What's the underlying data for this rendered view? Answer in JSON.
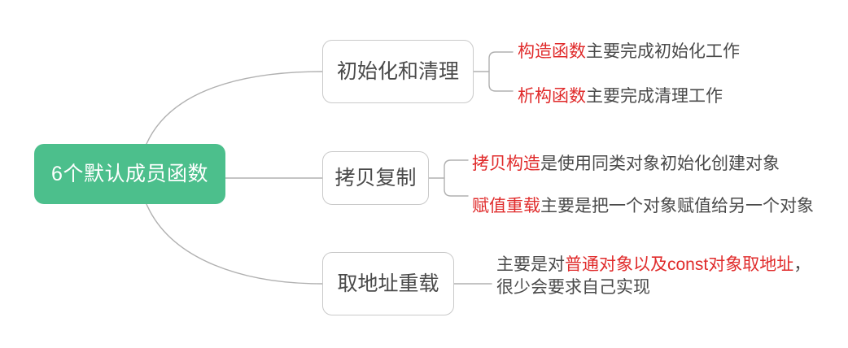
{
  "diagram": {
    "type": "mind-map",
    "title": "6个默认成员函数",
    "background_color": "#ffffff",
    "root": {
      "label": "6个默认成员函数",
      "fill_color": "#4cbf8c",
      "text_color": "#ffffff"
    },
    "node_style": {
      "fill_color": "#ffffff",
      "border_color": "#c9c9c9",
      "text_color": "#4a4a4a"
    },
    "highlight_color": "#e02b2b",
    "connector_color": "#b0b0b0",
    "branches": [
      {
        "label": "初始化和清理",
        "connector_type": "curve",
        "leaves": [
          {
            "highlight": "构造函数",
            "rest": "主要完成初始化工作"
          },
          {
            "highlight": "析构函数",
            "rest": "主要完成清理工作"
          }
        ]
      },
      {
        "label": "拷贝复制",
        "connector_type": "straight",
        "leaves": [
          {
            "highlight": "拷贝构造",
            "rest": "是使用同类对象初始化创建对象"
          },
          {
            "highlight": "赋值重载",
            "rest": "主要是把一个对象赋值给另一个对象"
          }
        ]
      },
      {
        "label": "取地址重载",
        "connector_type": "curve",
        "leaves": [
          {
            "prefix": "主要是对",
            "highlight": "普通对象以及const对象取地址",
            "suffix": "，",
            "line2": "很少会要求自己实现"
          }
        ]
      }
    ]
  }
}
